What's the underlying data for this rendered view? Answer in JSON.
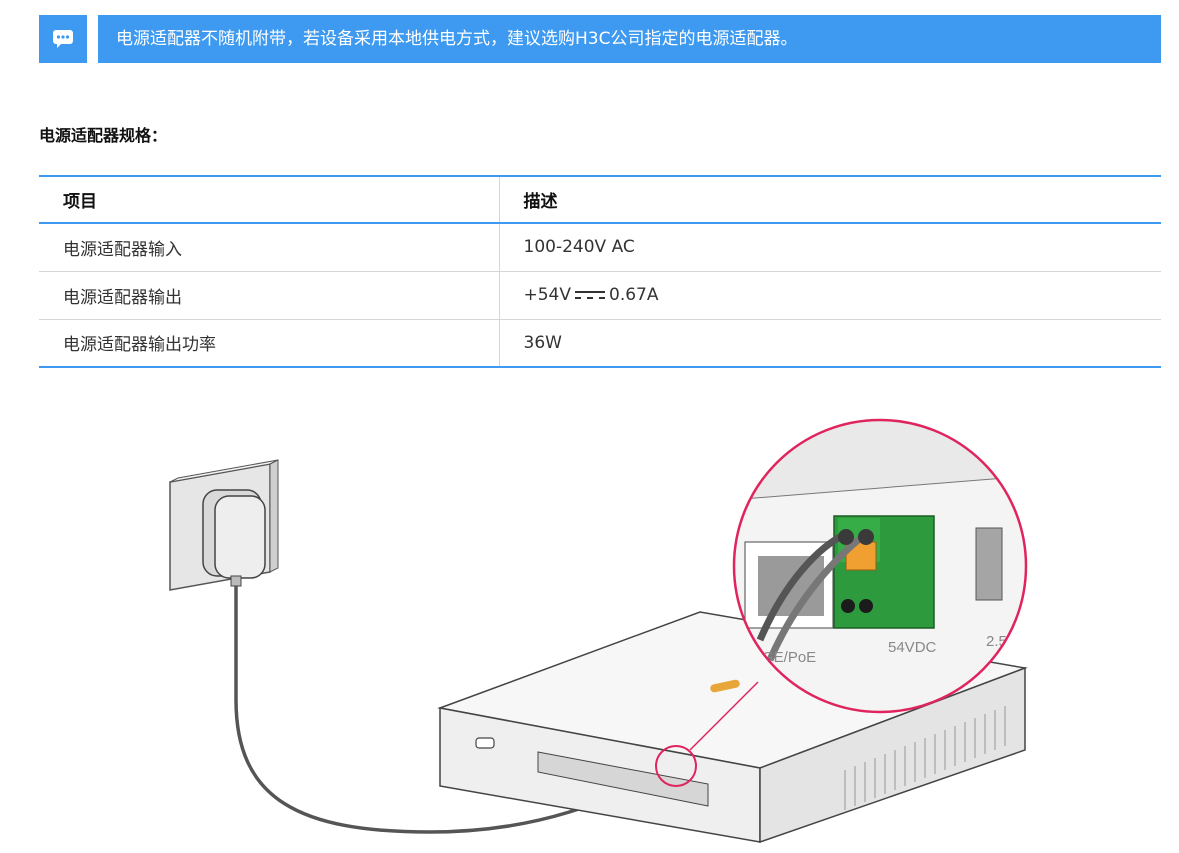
{
  "note": {
    "icon": "chat-bubble-icon",
    "text": "电源适配器不随机附带，若设备采用本地供电方式，建议选购H3C公司指定的电源适配器。",
    "color": "#3d9af0"
  },
  "section_title": "电源适配器规格：",
  "table": {
    "headers": [
      "项目",
      "描述"
    ],
    "rows": [
      {
        "item": "电源适配器输入",
        "desc": "100-240V AC"
      },
      {
        "item": "电源适配器输出",
        "desc_prefix": "+54V",
        "desc_symbol": "dc-symbol",
        "desc_suffix": "0.67A"
      },
      {
        "item": "电源适配器输出功率",
        "desc": "36W"
      }
    ]
  },
  "illustration": {
    "port_labels": [
      "GE/PoE",
      "54VDC",
      "2.5"
    ],
    "accent_color": "#e0245e",
    "connector_color": "#2e9a3e"
  }
}
